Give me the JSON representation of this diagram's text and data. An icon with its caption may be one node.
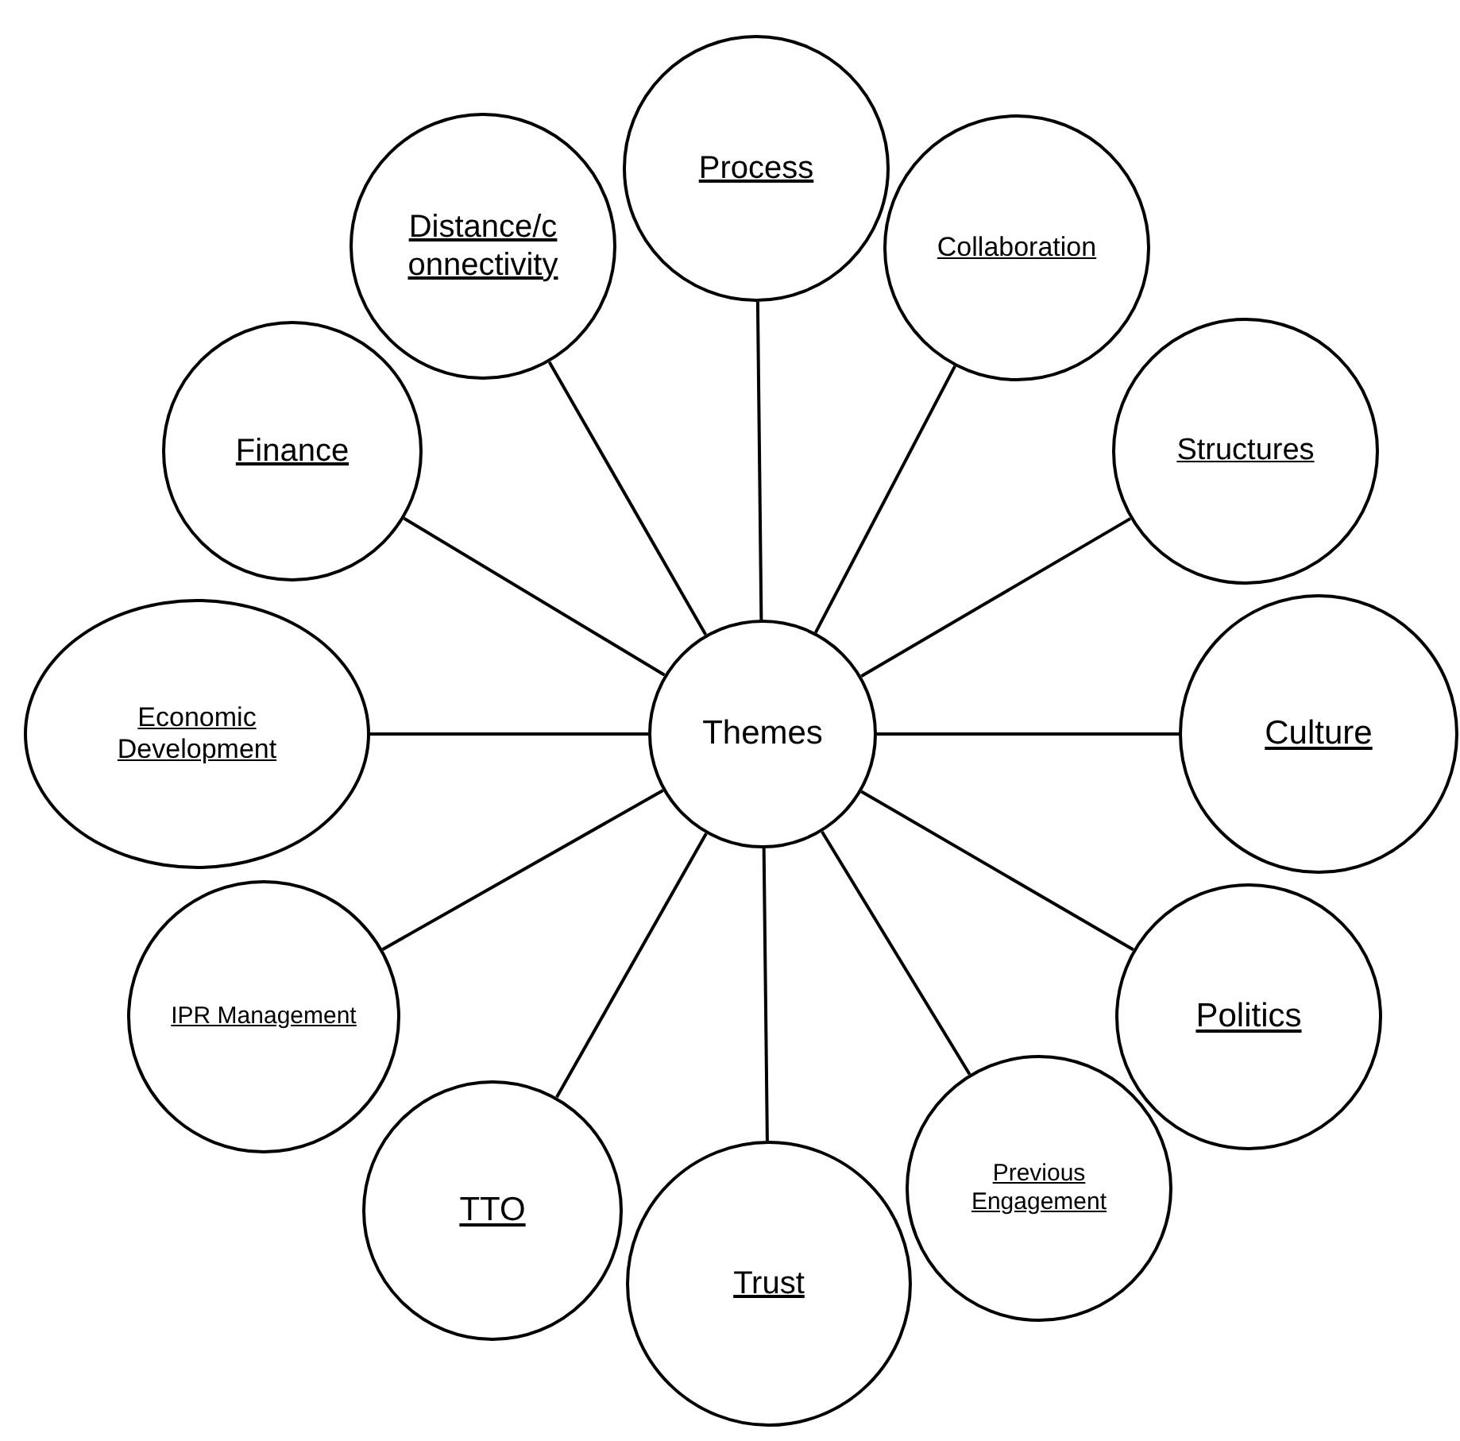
{
  "diagram": {
    "nodes": [
      {
        "text": [
          "Themes"
        ]
      },
      {
        "text": [
          "Process"
        ]
      },
      {
        "text": [
          "Collaboration"
        ]
      },
      {
        "text": [
          "Structures"
        ]
      },
      {
        "text": [
          "Culture"
        ]
      },
      {
        "text": [
          "Politics"
        ]
      },
      {
        "text": [
          "Previous Engagement"
        ]
      },
      {
        "text": [
          "Trust"
        ]
      },
      {
        "text": [
          "TTO"
        ]
      },
      {
        "text": [
          "IPR Management"
        ]
      },
      {
        "text": [
          "Economic Development"
        ]
      },
      {
        "text": [
          "Finance"
        ]
      },
      {
        "text": [
          "Distance/connectivity"
        ]
      }
    ],
    "edges": [
      {
        "from": 0,
        "to": 1,
        "arrow": "none"
      },
      {
        "from": 0,
        "to": 2,
        "arrow": "none"
      },
      {
        "from": 0,
        "to": 3,
        "arrow": "none"
      },
      {
        "from": 0,
        "to": 4,
        "arrow": "none"
      },
      {
        "from": 0,
        "to": 5,
        "arrow": "none"
      },
      {
        "from": 0,
        "to": 6,
        "arrow": "none"
      },
      {
        "from": 0,
        "to": 7,
        "arrow": "none"
      },
      {
        "from": 0,
        "to": 8,
        "arrow": "none"
      },
      {
        "from": 0,
        "to": 9,
        "arrow": "none"
      },
      {
        "from": 0,
        "to": 10,
        "arrow": "none"
      },
      {
        "from": 0,
        "to": 11,
        "arrow": "none"
      },
      {
        "from": 0,
        "to": 12,
        "arrow": "none"
      }
    ]
  }
}
